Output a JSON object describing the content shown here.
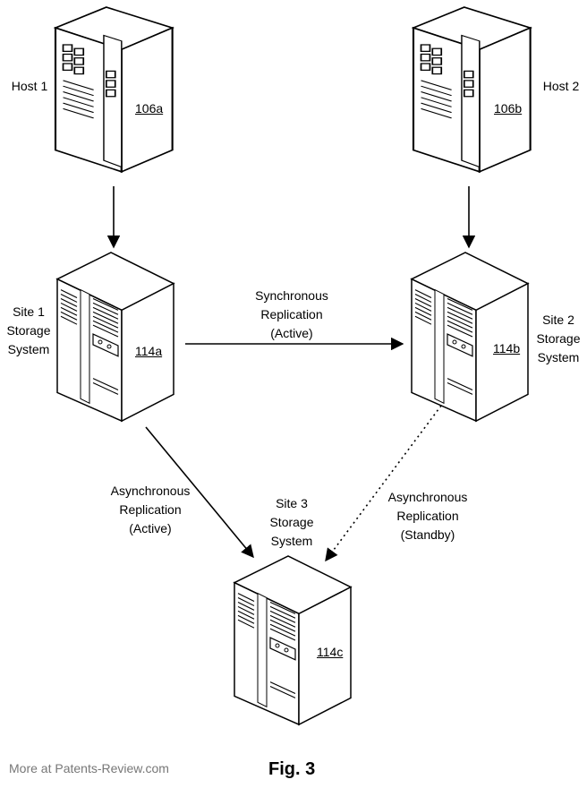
{
  "nodes": {
    "host1": {
      "label": "Host 1",
      "ref": "106a"
    },
    "host2": {
      "label": "Host 2",
      "ref": "106b"
    },
    "site1": {
      "label_lines": [
        "Site 1",
        "Storage",
        "System"
      ],
      "ref": "114a"
    },
    "site2": {
      "label_lines": [
        "Site 2",
        "Storage",
        "System"
      ],
      "ref": "114b"
    },
    "site3": {
      "label_lines": [
        "Site 3",
        "Storage",
        "System"
      ],
      "ref": "114c"
    }
  },
  "edges": {
    "sync": {
      "label_lines": [
        "Synchronous",
        "Replication",
        "(Active)"
      ]
    },
    "async_active": {
      "label_lines": [
        "Asynchronous",
        "Replication",
        "(Active)"
      ]
    },
    "async_standby": {
      "label_lines": [
        "Asynchronous",
        "Replication",
        "(Standby)"
      ]
    }
  },
  "figure_label": "Fig. 3",
  "watermark": "More at Patents-Review.com"
}
